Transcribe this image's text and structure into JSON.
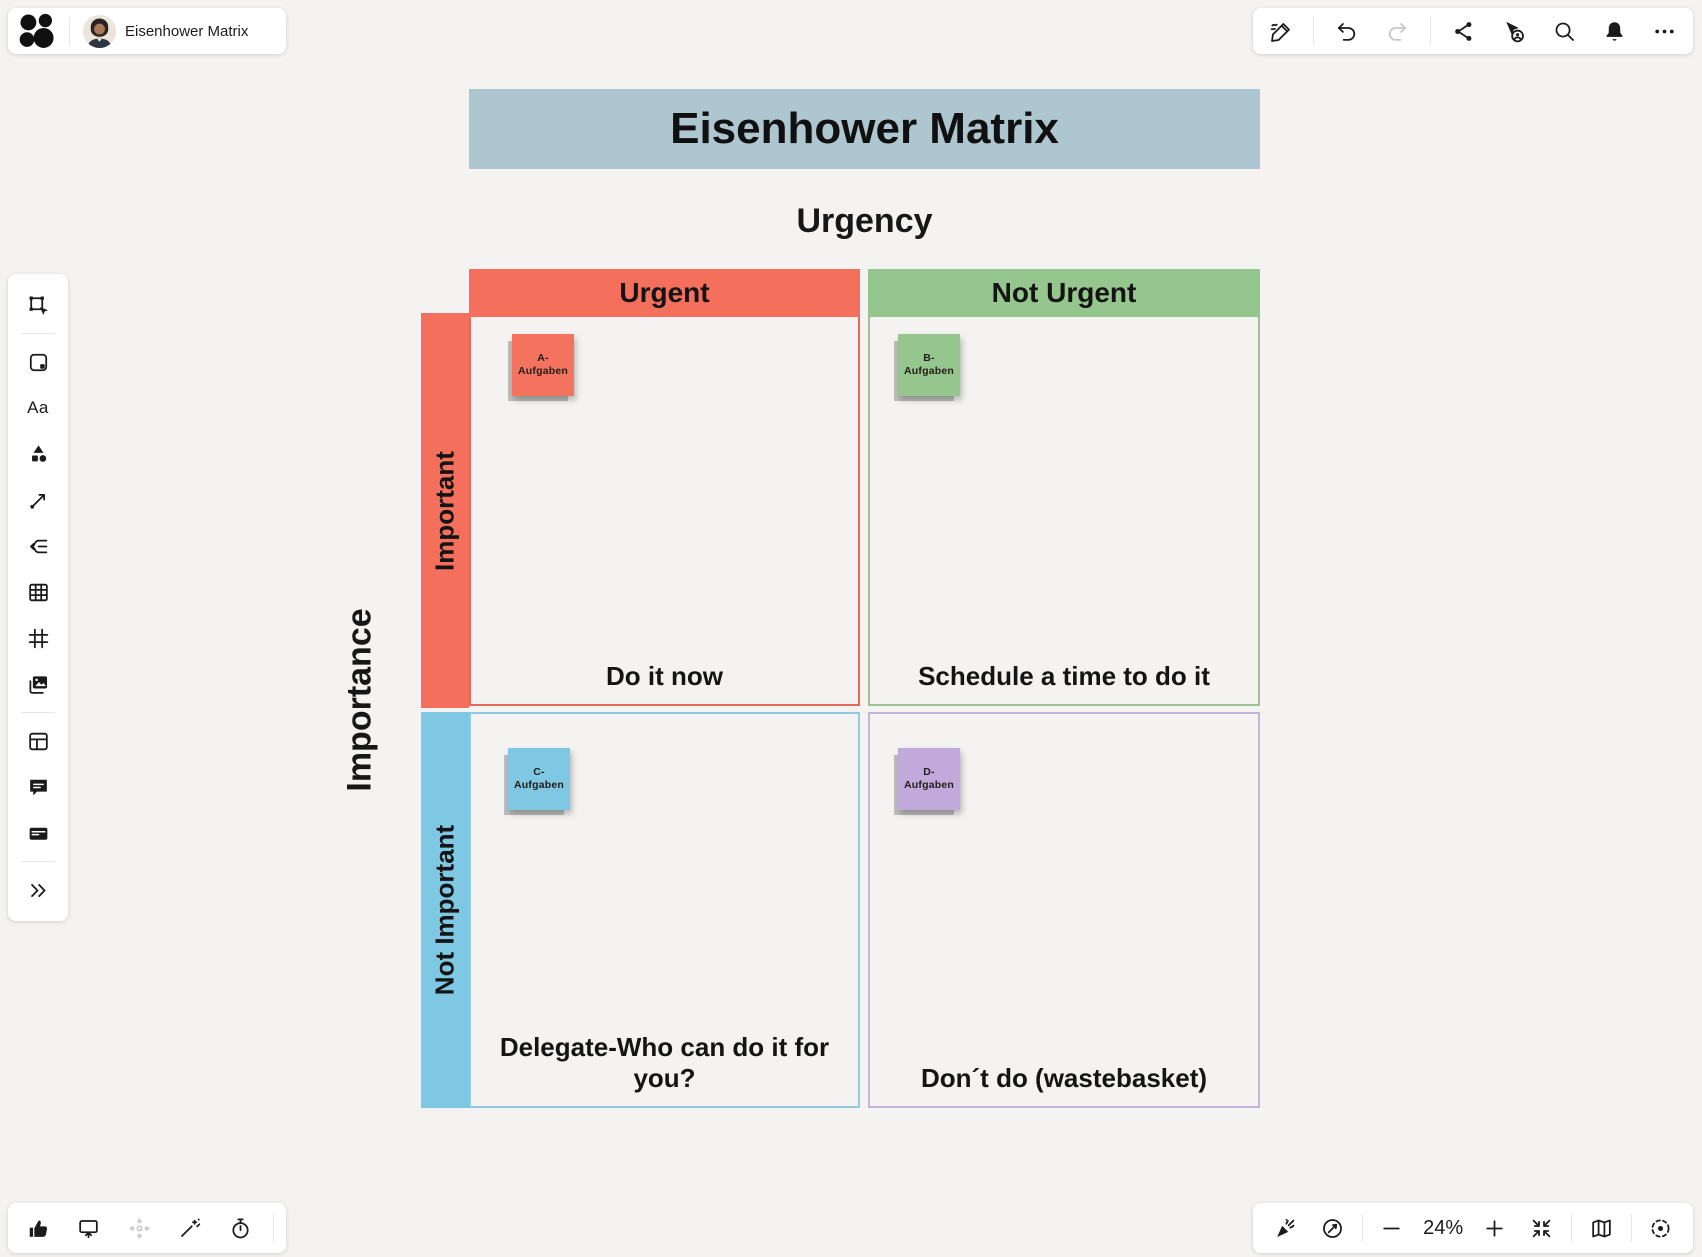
{
  "header": {
    "board_title": "Eisenhower Matrix"
  },
  "top_right_toolbar": {
    "icons": [
      "ai-pen",
      "undo",
      "redo",
      "share",
      "follow-cursor",
      "search",
      "notifications",
      "more"
    ],
    "disabled_icons": [
      "redo"
    ]
  },
  "left_toolbar": {
    "icons": [
      "select",
      "sticky-note",
      "text",
      "shapes",
      "connector",
      "mindmap",
      "table",
      "frame",
      "media",
      "layout",
      "comment",
      "card",
      "expand"
    ],
    "text_tool_label": "Aa"
  },
  "canvas": {
    "title": "Eisenhower Matrix",
    "title_bar_color": "#ADC6CF",
    "axis": {
      "x": "Urgency",
      "y": "Importance"
    },
    "columns": [
      {
        "label": "Urgent",
        "color": "#F4705C"
      },
      {
        "label": "Not Urgent",
        "color": "#95C68D"
      }
    ],
    "rows": [
      {
        "label": "Important",
        "color": "#F4705C"
      },
      {
        "label": "Not Important",
        "color": "#7EC8E3"
      }
    ],
    "quadrants": [
      {
        "action": "Do it now",
        "border_color": "#E26B58",
        "sticky": {
          "line1": "A-",
          "line2": "Aufgaben",
          "color": "#F4735F"
        }
      },
      {
        "action": "Schedule a time to do it",
        "border_color": "#9DC295",
        "sticky": {
          "line1": "B-",
          "line2": "Aufgaben",
          "color": "#95C68D"
        }
      },
      {
        "action": "Delegate-Who can do it for you?",
        "border_color": "#90CBE2",
        "sticky": {
          "line1": "C-",
          "line2": "Aufgaben",
          "color": "#7EC8E3"
        }
      },
      {
        "action": "Don´t do (wastebasket)",
        "border_color": "#C6B3DD",
        "sticky": {
          "line1": "D-",
          "line2": "Aufgaben",
          "color": "#C1A9DB"
        }
      }
    ]
  },
  "bottom_left_toolbar": {
    "icons": [
      "reactions",
      "present",
      "center-view",
      "magic-wand",
      "timer"
    ]
  },
  "bottom_right_toolbar": {
    "icons": [
      "celebrate",
      "navigator",
      "zoom-out",
      "zoom-in",
      "zoom-to-fit",
      "map",
      "focus"
    ],
    "zoom_level": "24%"
  }
}
